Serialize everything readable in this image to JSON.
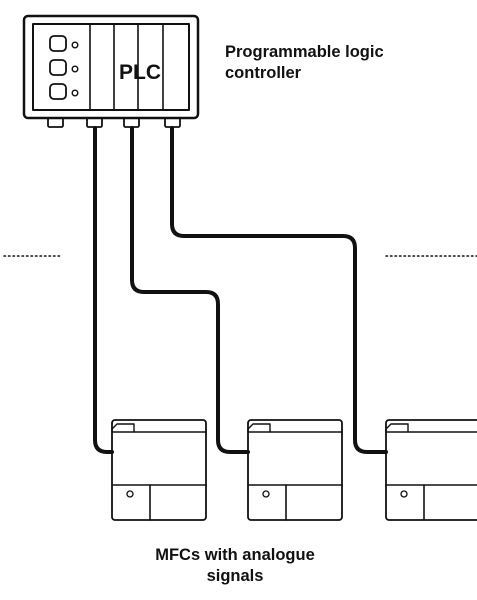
{
  "plc": {
    "label": "PLC",
    "caption_line1": "Programmable logic",
    "caption_line2": "controller"
  },
  "mfc": {
    "caption_line1": "MFCs with analogue",
    "caption_line2": "signals",
    "count": 3
  },
  "colors": {
    "stroke": "#111111",
    "background": "#ffffff"
  }
}
